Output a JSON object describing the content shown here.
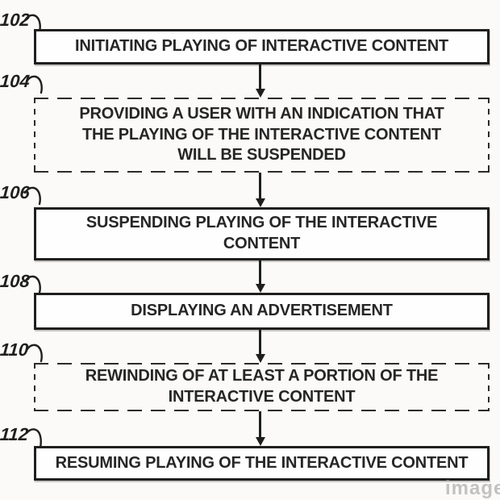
{
  "figure": {
    "type": "flowchart",
    "watermark": "image",
    "colors": {
      "ink": "#1f1f1f",
      "paper": "#fbfaf8",
      "watermark": "#c2c2c2"
    },
    "steps": [
      {
        "ref": "102",
        "border": "solid",
        "label": "INITIATING PLAYING OF INTERACTIVE CONTENT"
      },
      {
        "ref": "104",
        "border": "dashed",
        "label": "PROVIDING A USER WITH AN INDICATION THAT\nTHE PLAYING OF THE INTERACTIVE CONTENT\nWILL BE SUSPENDED"
      },
      {
        "ref": "106",
        "border": "solid",
        "label": "SUSPENDING PLAYING OF THE INTERACTIVE\nCONTENT"
      },
      {
        "ref": "108",
        "border": "solid",
        "label": "DISPLAYING AN ADVERTISEMENT"
      },
      {
        "ref": "110",
        "border": "dashed",
        "label": "REWINDING OF AT LEAST A PORTION OF THE\nINTERACTIVE CONTENT"
      },
      {
        "ref": "112",
        "border": "solid",
        "label": "RESUMING PLAYING OF THE INTERACTIVE CONTENT"
      }
    ]
  }
}
